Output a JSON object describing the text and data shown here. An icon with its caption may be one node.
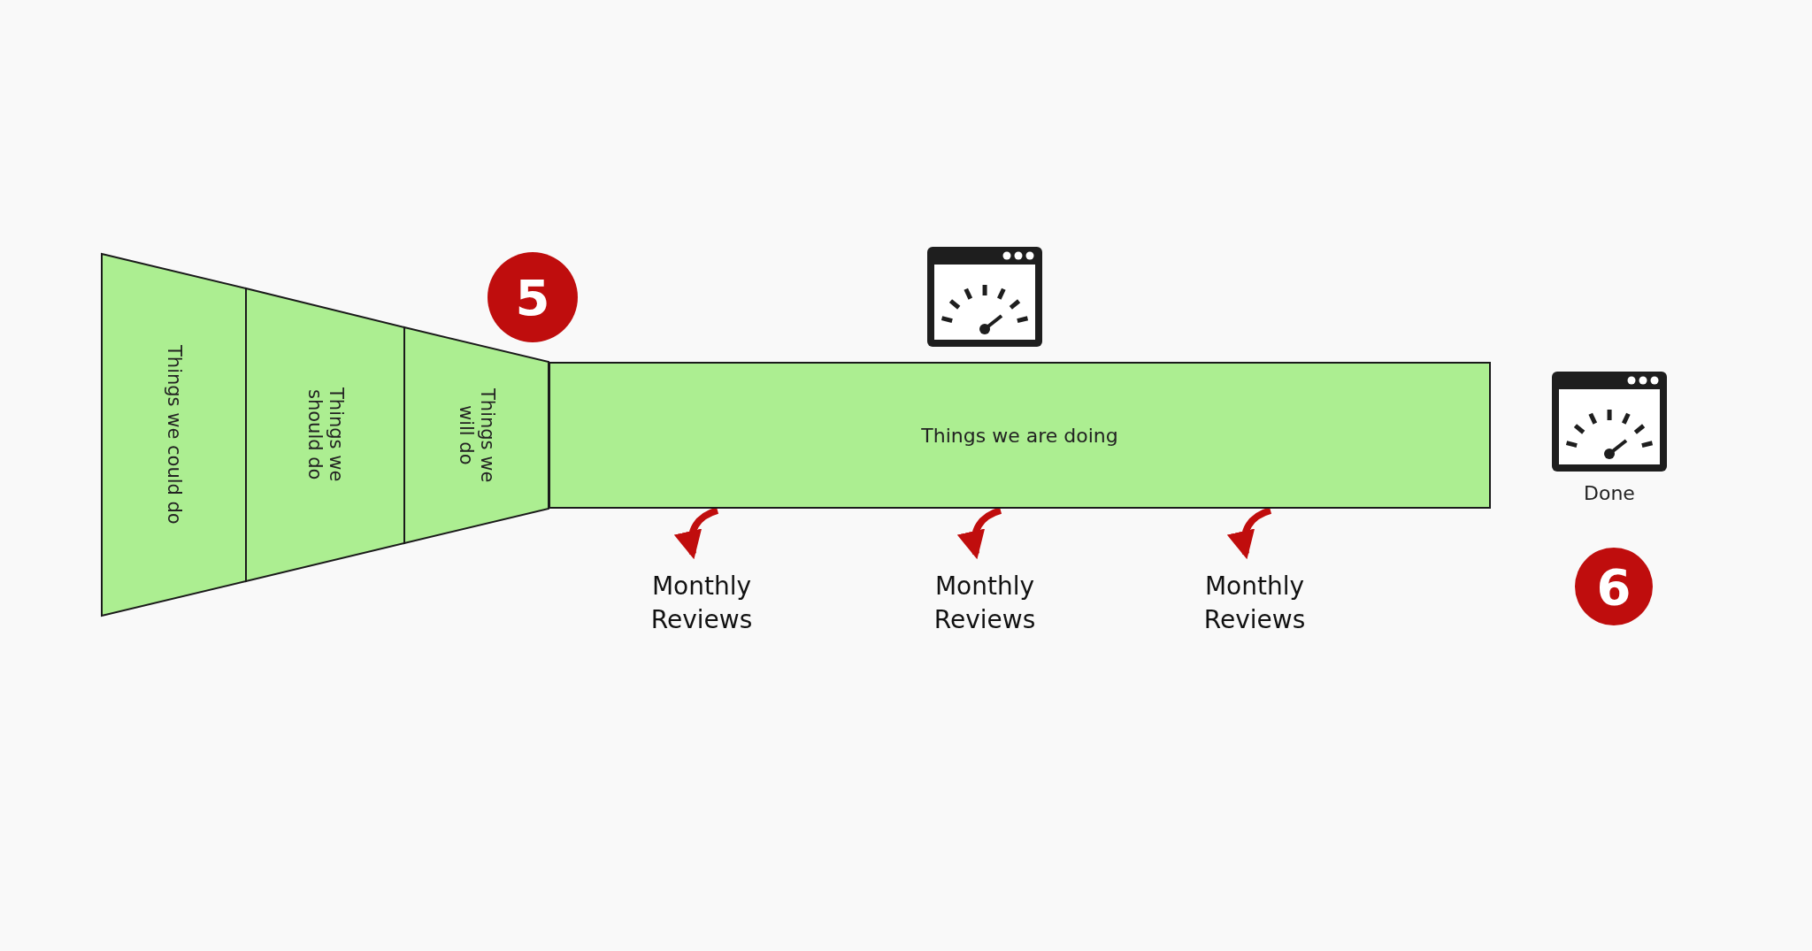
{
  "diagram": {
    "nodes": [
      {
        "text": [
          "Things we could do"
        ]
      },
      {
        "text": [
          "Things we should do"
        ]
      },
      {
        "text": [
          "Things we will do"
        ]
      },
      {
        "text": [
          "5"
        ]
      },
      {
        "text": [
          "Things we are doing"
        ]
      },
      {
        "text": [
          "Monthly Reviews"
        ]
      },
      {
        "text": [
          "Monthly Reviews"
        ]
      },
      {
        "text": [
          "Monthly Reviews"
        ]
      },
      {
        "text": [
          "6"
        ]
      }
    ],
    "edges": [
      {
        "from": 4,
        "to": 5,
        "arrow": "to"
      },
      {
        "from": 4,
        "to": 6,
        "arrow": "to"
      },
      {
        "from": 4,
        "to": 7,
        "arrow": "to"
      }
    ],
    "labels": [
      "Done"
    ]
  }
}
